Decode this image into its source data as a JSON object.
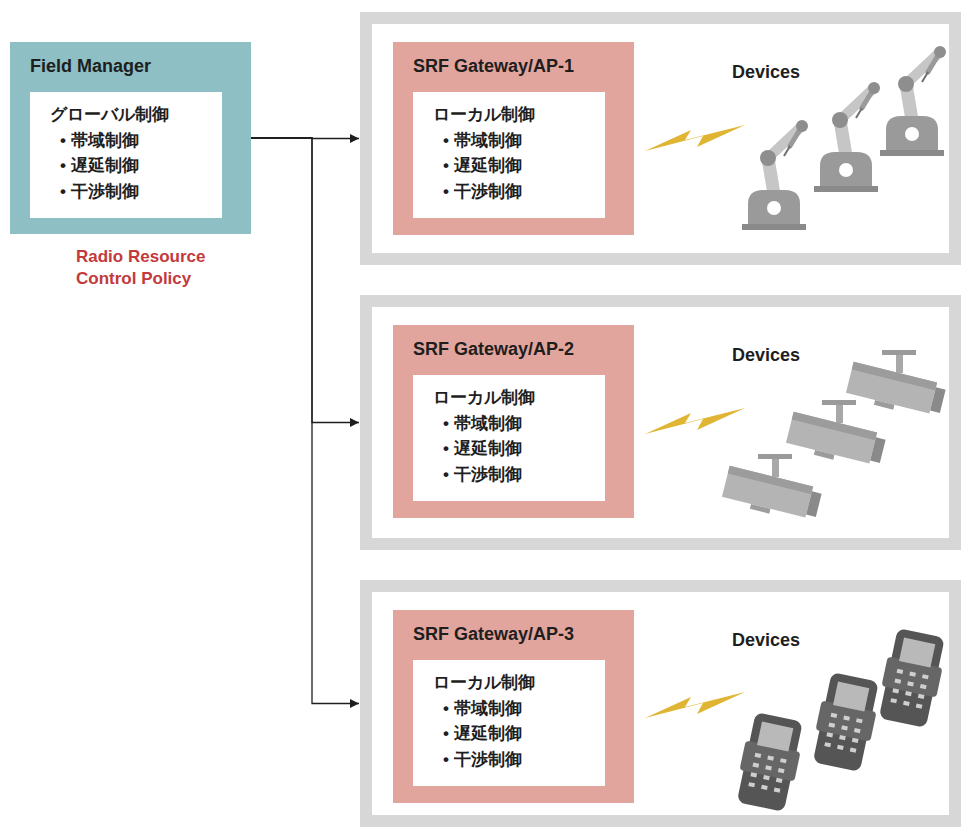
{
  "diagram": {
    "nodes": [
      {
        "text": [
          "Field Manager"
        ]
      },
      {
        "text": [
          "グローバル制御",
          "• 帯域制御",
          "• 遅延制御",
          "• 干渉制御"
        ],
        "in": 0
      },
      {
        "text": [
          "Devices"
        ]
      },
      {
        "text": [
          "SRF Gateway/AP-1"
        ],
        "in": 2
      },
      {
        "text": [
          "ローカル制御",
          "• 帯域制御",
          "• 遅延制御",
          "• 干渉制御"
        ],
        "in": 3
      },
      {
        "text": [
          "Devices"
        ]
      },
      {
        "text": [
          "SRF Gateway/AP-2"
        ],
        "in": 5
      },
      {
        "text": [
          "ローカル制御",
          "• 帯域制御",
          "• 遅延制御",
          "• 干渉制御"
        ],
        "in": 6
      },
      {
        "text": [
          "Devices"
        ]
      },
      {
        "text": [
          "SRF Gateway/AP-3"
        ],
        "in": 8
      },
      {
        "text": [
          "ローカル制御",
          "• 帯域制御",
          "• 遅延制御",
          "• 干渉制御"
        ],
        "in": 9
      }
    ],
    "edges": [
      {
        "from": 0,
        "to": 2,
        "arrow": "to"
      },
      {
        "from": 0,
        "to": 5,
        "arrow": "to"
      },
      {
        "from": 0,
        "to": 8,
        "arrow": "to"
      }
    ],
    "labels": [
      "Radio Resource Control Policy"
    ]
  }
}
